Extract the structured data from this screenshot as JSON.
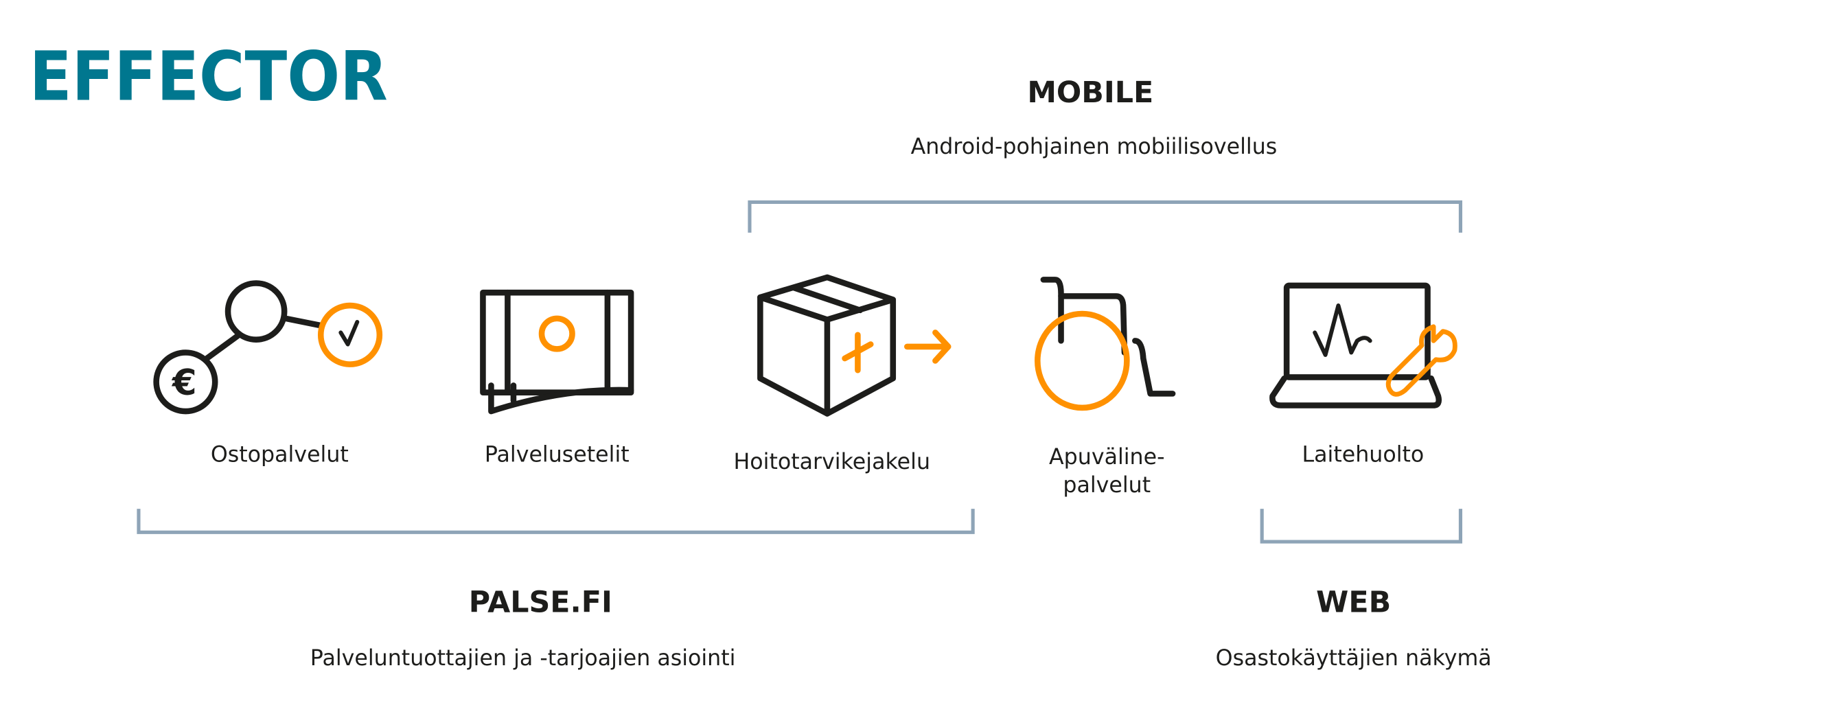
{
  "logo": {
    "text": "EFFECTOR",
    "color": "#00778f"
  },
  "colors": {
    "accent": "#ff9100",
    "icon": "#1d1d1b",
    "bracket": "#8ea4b7"
  },
  "groups": {
    "mobile": {
      "title": "MOBILE",
      "subtitle": "Android-pohjainen mobiilisovellus"
    },
    "palse": {
      "title": "PALSE.FI",
      "subtitle": "Palveluntuottajien ja -tarjoajien asiointi"
    },
    "web": {
      "title": "WEB",
      "subtitle": "Osastokäyttäjien näkymä"
    }
  },
  "services": [
    {
      "label": "Ostopalvelut",
      "icon": "purchase-network-icon"
    },
    {
      "label": "Palvelusetelit",
      "icon": "service-voucher-icon"
    },
    {
      "label": "Hoitotarvikejakelu",
      "icon": "supply-box-icon"
    },
    {
      "label": "Apuväline-",
      "label2": "palvelut",
      "icon": "wheelchair-icon"
    },
    {
      "label": "Laitehuolto",
      "icon": "laptop-wrench-icon"
    }
  ]
}
